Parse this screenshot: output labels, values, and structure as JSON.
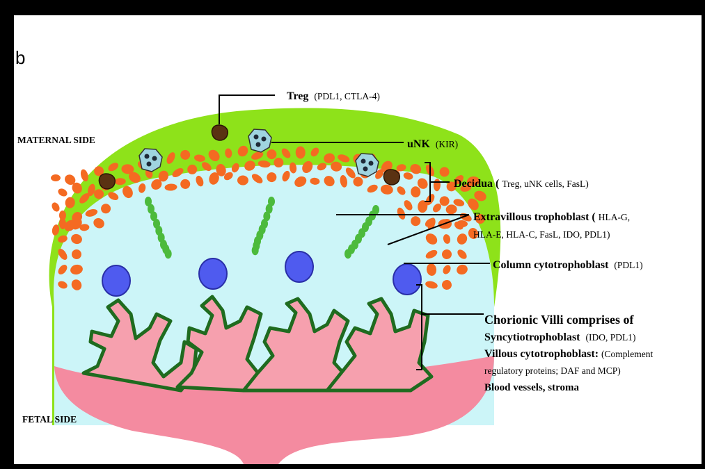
{
  "figure": {
    "panel_letter": "b",
    "maternal_side": "MATERNAL SIDE",
    "fetal_side": "FETAL SIDE"
  },
  "labels": {
    "treg": {
      "name": "Treg",
      "detail": "(PDL1, CTLA-4)"
    },
    "unk": {
      "name": "uNK",
      "detail": "(KIR)"
    },
    "decidua": {
      "name": "Decidua (",
      "detail": "Treg, uNK cells, FasL)"
    },
    "evt": {
      "name": "Extravillous trophoblast (",
      "detail1": "HLA-G,",
      "line2": "HLA-E, HLA-C, FasL, IDO, PDL1)"
    },
    "column": {
      "name": "Column cytotrophoblast",
      "detail": "(PDL1)"
    },
    "villi": {
      "title": "Chorionic Villi comprises of",
      "syncytio_name": "Syncytiotrophoblast",
      "syncytio_detail": "(IDO, PDL1)",
      "villous_name": "Villous cytotrophoblast:",
      "villous_detail": "(Complement",
      "villous_line2": "regulatory proteins; DAF and MCP)",
      "blood": "Blood vessels, stroma"
    }
  },
  "colors": {
    "decidua_green": "#8ee21a",
    "inner_cyan": "#ccf5f8",
    "fetal_pink": "#f48ba0",
    "villi_pink": "#f6a0ae",
    "villi_outline": "#1f6b1f",
    "orange_cells": "#f46a22",
    "evt_green": "#4cba3c",
    "column_blue": "#4f5bef",
    "unk_blue": "#9fd4e0",
    "treg_brown": "#5a3212"
  }
}
